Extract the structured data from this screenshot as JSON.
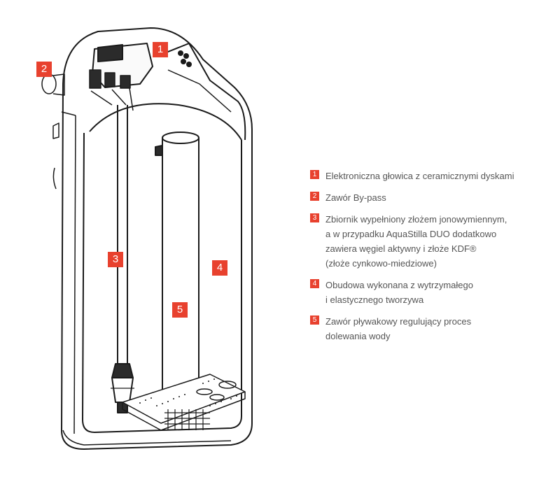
{
  "colors": {
    "accent": "#e8412e",
    "line": "#1a1a1a",
    "text": "#555555"
  },
  "callouts": [
    {
      "number": "1"
    },
    {
      "number": "2"
    },
    {
      "number": "3"
    },
    {
      "number": "4"
    },
    {
      "number": "5"
    }
  ],
  "legend": [
    {
      "number": "1",
      "text": "Elektroniczna głowica z ceramicznymi dyskami"
    },
    {
      "number": "2",
      "text": "Zawór By-pass"
    },
    {
      "number": "3",
      "text": "Zbiornik wypełniony złożem jonowymiennym,\na w przypadku AquaStilla DUO dodatkowo\nzawiera węgiel aktywny i złoże KDF®\n(złoże cynkowo-miedziowe)"
    },
    {
      "number": "4",
      "text": "Obudowa wykonana z wytrzymałego\ni elastycznego tworzywa"
    },
    {
      "number": "5",
      "text": "Zawór pływakowy regulujący proces\ndolewania wody"
    }
  ]
}
